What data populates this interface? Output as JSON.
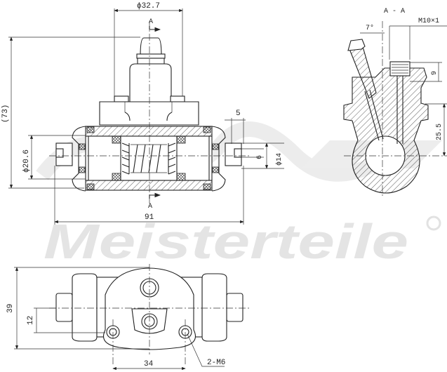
{
  "watermark": {
    "brand": "Meisterteile",
    "registered": "R"
  },
  "section_view": {
    "title": "A - A",
    "thread": "M10×1",
    "angle": "7°",
    "dims": {
      "port_depth": "9",
      "axis_offset": "25.5"
    }
  },
  "front_view": {
    "section_marker": "A",
    "dims": {
      "top_diameter": "ϕ32.7",
      "overall_height": "(73)",
      "bore_diameter": "ϕ20.6",
      "overall_length": "91",
      "boot_width": "5",
      "piston_slot": "6",
      "piston_diameter": "ϕ14"
    }
  },
  "bottom_view": {
    "dims": {
      "height": "39",
      "hole_offset": "12",
      "hole_spacing": "34",
      "mount_holes": "2-M6"
    }
  }
}
